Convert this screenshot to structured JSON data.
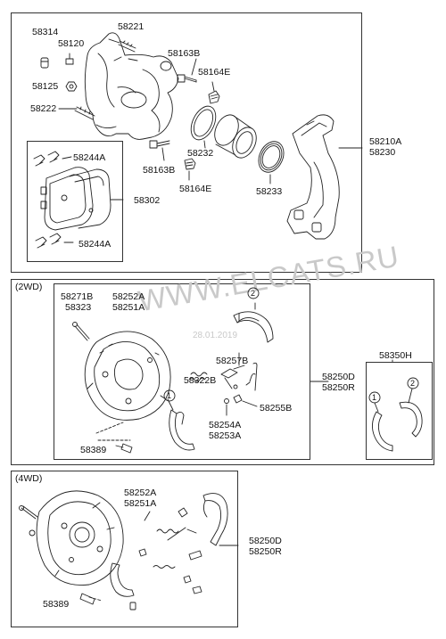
{
  "sections": {
    "front": {
      "labels": {
        "p58314": "58314",
        "p58120": "58120",
        "p58221": "58221",
        "p58125": "58125",
        "p58163b_top": "58163B",
        "p58164e_top": "58164E",
        "p58222": "58222",
        "p58232": "58232",
        "p58244a_top": "58244A",
        "p58163b_bot": "58163B",
        "p58233": "58233",
        "p58164e_bot": "58164E",
        "p58302": "58302",
        "p58244a_bot": "58244A",
        "p58210a": "58210A",
        "p58230": "58230"
      }
    },
    "twowd": {
      "title": "(2WD)",
      "labels": {
        "p58271b": "58271B",
        "p58323": "58323",
        "p58252a": "58252A",
        "p58251a": "58251A",
        "p58257b": "58257B",
        "p58322b": "58322B",
        "p58255b": "58255B",
        "p58254a": "58254A",
        "p58253a": "58253A",
        "p58389": "58389",
        "p58250d": "58250D",
        "p58250r": "58250R",
        "p58350h": "58350H",
        "callout1": "1",
        "callout2": "2",
        "callout1b": "1",
        "callout2b": "2"
      }
    },
    "fourwd": {
      "title": "(4WD)",
      "labels": {
        "p58252a": "58252A",
        "p58251a": "58251A",
        "p58250d": "58250D",
        "p58250r": "58250R",
        "p58389": "58389"
      }
    }
  },
  "watermark": {
    "text": "WWW.ELCATS.RU",
    "date": "28.01.2019"
  }
}
